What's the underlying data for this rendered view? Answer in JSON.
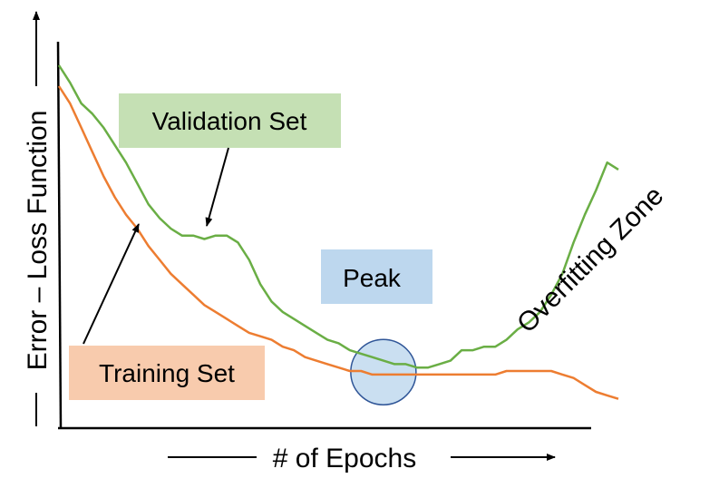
{
  "chart_data": {
    "type": "line",
    "title": "",
    "xlabel": "# of Epochs",
    "ylabel": "Error – Loss Function",
    "x_ticks": [],
    "y_ticks": [],
    "grid": false,
    "xlim": [
      0,
      100
    ],
    "ylim": [
      0,
      100
    ],
    "series": [
      {
        "name": "Validation Set",
        "color": "#6aae45",
        "x": [
          0,
          2,
          4,
          6,
          8,
          10,
          12,
          14,
          16,
          18,
          20,
          22,
          24,
          26,
          28,
          30,
          32,
          34,
          36,
          38,
          40,
          42,
          44,
          46,
          48,
          50,
          52,
          54,
          56,
          58,
          60,
          62,
          64,
          66,
          68,
          70,
          72,
          74,
          76,
          78,
          80,
          82,
          84,
          86,
          88,
          90,
          92,
          94,
          96,
          98,
          100
        ],
        "values": [
          100,
          95,
          89,
          86,
          82,
          77,
          72,
          66,
          60,
          56,
          53,
          51,
          51,
          50,
          51,
          51,
          49,
          44,
          37,
          32,
          29,
          27,
          25,
          23,
          21,
          20,
          18,
          17,
          16,
          15,
          14,
          14,
          13,
          13,
          14,
          15,
          18,
          18,
          19,
          19,
          21,
          24,
          26,
          29,
          34,
          40,
          49,
          57,
          64,
          72,
          70
        ]
      },
      {
        "name": "Training Set",
        "color": "#ed7d31",
        "x": [
          0,
          2,
          4,
          6,
          8,
          10,
          12,
          14,
          16,
          18,
          20,
          22,
          24,
          26,
          28,
          30,
          32,
          34,
          36,
          38,
          40,
          42,
          44,
          46,
          48,
          50,
          52,
          54,
          56,
          58,
          60,
          62,
          64,
          66,
          68,
          70,
          72,
          74,
          76,
          78,
          80,
          82,
          84,
          86,
          88,
          90,
          92,
          94,
          96,
          98,
          100
        ],
        "values": [
          94,
          89,
          82,
          75,
          68,
          62,
          57,
          53,
          48,
          44,
          40,
          37,
          34,
          31,
          29,
          27,
          25,
          23,
          22,
          21,
          19,
          18,
          16,
          15,
          14,
          13,
          12,
          12,
          11,
          11,
          11,
          11,
          11,
          11,
          11,
          11,
          11,
          11,
          11,
          11,
          12,
          12,
          12,
          12,
          12,
          11,
          10,
          8,
          6,
          5,
          4
        ]
      }
    ],
    "annotations": [
      {
        "text": "Validation Set",
        "bg": "#c5e0b4"
      },
      {
        "text": "Training Set",
        "bg": "#f8cbad"
      },
      {
        "text": "Peak",
        "bg": "#bdd7ee"
      },
      {
        "text": "Overfitting Zone"
      }
    ],
    "peak_marker": {
      "x": 58,
      "y": 13,
      "fill": "#bdd7ee"
    }
  }
}
